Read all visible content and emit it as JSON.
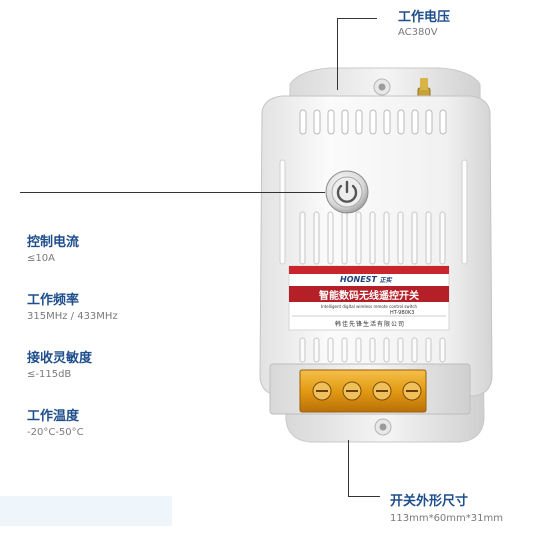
{
  "callouts": {
    "voltage": {
      "label": "工作电压",
      "value": "AC380V"
    },
    "current": {
      "label": "控制电流",
      "value": "≤10A"
    },
    "frequency": {
      "label": "工作频率",
      "value": "315MHz / 433MHz"
    },
    "sensitivity": {
      "label": "接收灵敏度",
      "value": "≤-115dB"
    },
    "temperature": {
      "label": "工作温度",
      "value": "-20°C-50°C"
    },
    "size": {
      "label": "开关外形尺寸",
      "value": "113mm*60mm*31mm"
    }
  },
  "device": {
    "brand": "HONEST",
    "brand_cn": "正实",
    "title_cn": "智能数码无线遥控开关",
    "subtitle_en": "Intelligent digital wireless remote control switch",
    "model": "HT-9B0K3",
    "company_cn": "韩佳先锋生活有限公司"
  },
  "colors": {
    "label_blue": "#1f4e8c",
    "value_gray": "#7a7a7a",
    "housing_white": "#f3f3f3",
    "terminal_amber": "#e8a21a",
    "sticker_red": "#c8252c"
  }
}
